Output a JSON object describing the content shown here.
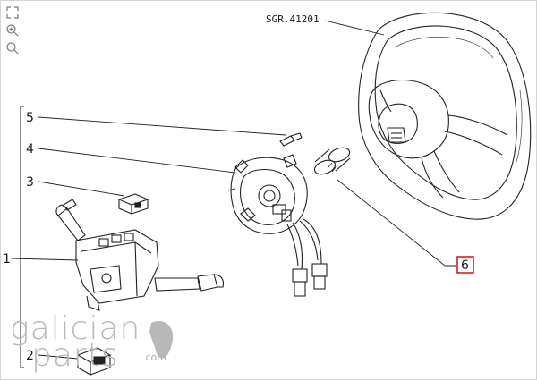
{
  "toolbar": {
    "items": [
      {
        "name": "fit-page-icon"
      },
      {
        "name": "zoom-in-icon"
      },
      {
        "name": "zoom-out-icon"
      }
    ]
  },
  "diagram": {
    "sgr_code": "SGR.41201",
    "labels": {
      "one": "1",
      "two": "2",
      "three": "3",
      "four": "4",
      "five": "5",
      "six": "6"
    },
    "highlight_color": "#cc0000"
  },
  "watermark": {
    "line1": "galician",
    "line2": "parts",
    "suffix": ".com",
    "color": "#b8b8b8"
  }
}
